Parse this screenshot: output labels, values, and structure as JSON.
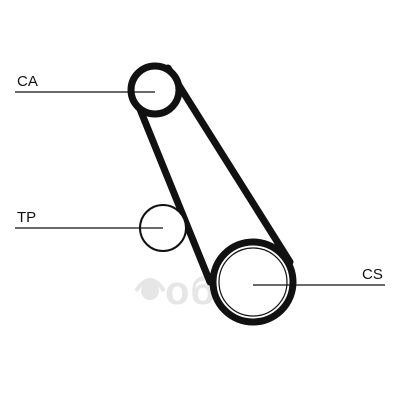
{
  "labels": {
    "ca": "CA",
    "tp": "TP",
    "cs": "CS"
  },
  "watermark": {
    "text": "обсб"
  },
  "colors": {
    "belt": "#111111",
    "pulley": "#111111",
    "leader_line": "#111111",
    "watermark": "#e6e6e6",
    "background": "#ffffff"
  }
}
